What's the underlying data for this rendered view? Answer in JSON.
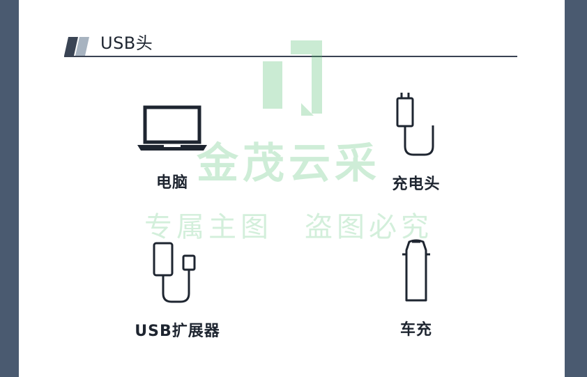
{
  "section": {
    "title": "USB头"
  },
  "items": [
    {
      "label": "电脑",
      "icon": "laptop-icon"
    },
    {
      "label": "充电头",
      "icon": "wall-charger-icon"
    },
    {
      "label": "USB扩展器",
      "icon": "usb-hub-icon"
    },
    {
      "label": "车充",
      "icon": "car-charger-icon"
    }
  ],
  "watermark": {
    "brand": "金茂云采",
    "tagline": "专属主图　盗图必究"
  },
  "colors": {
    "frame": "#4a5a70",
    "panel": "#ffffff",
    "text": "#1e2530",
    "watermark": "#50be6e"
  }
}
